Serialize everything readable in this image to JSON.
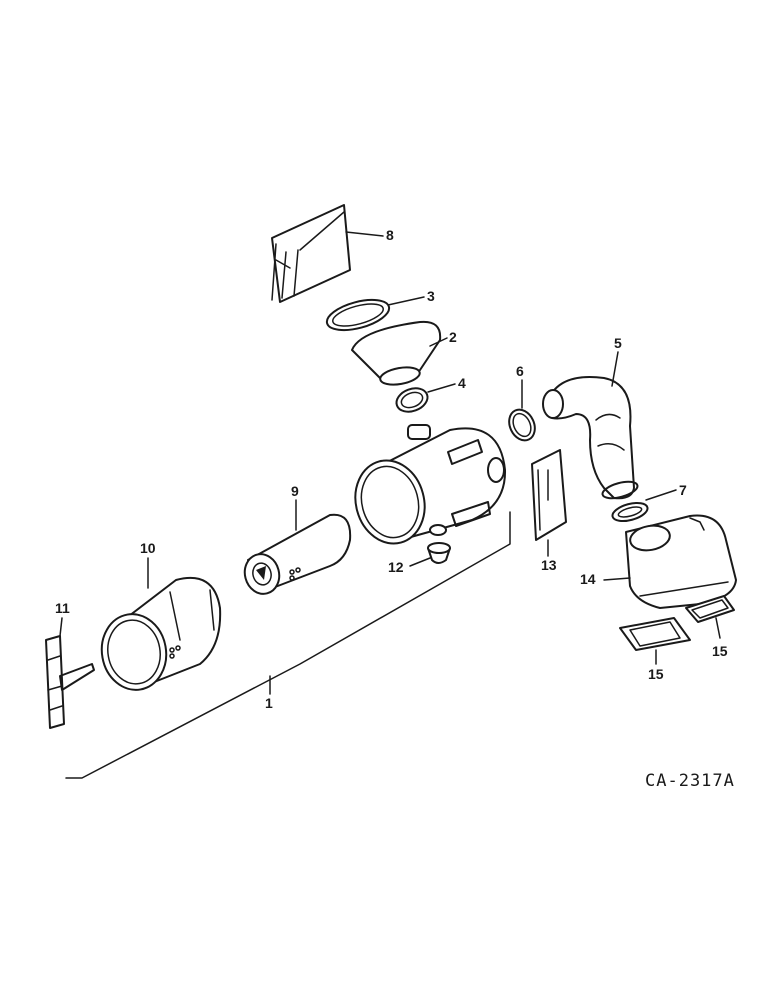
{
  "diagram": {
    "reference_code": "CA-2317A",
    "callouts": {
      "c1": "1",
      "c2": "2",
      "c3": "3",
      "c4": "4",
      "c5": "5",
      "c6": "6",
      "c7": "7",
      "c8": "8",
      "c9": "9",
      "c10": "10",
      "c11": "11",
      "c12": "12",
      "c13": "13",
      "c14": "14",
      "c15a": "15",
      "c15b": "15"
    }
  }
}
